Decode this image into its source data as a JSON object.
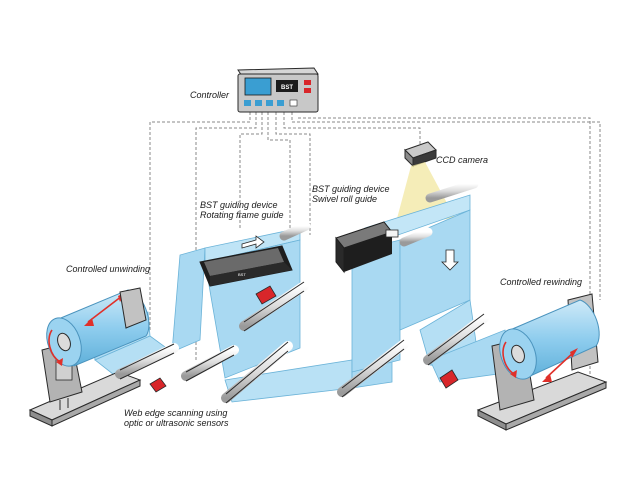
{
  "labels": {
    "controller": "Controller",
    "ccd_camera": "CCD camera",
    "rotating_frame": [
      "BST guiding device",
      "Rotating frame guide"
    ],
    "swivel_roll": [
      "BST guiding device",
      "Swivel roll guide"
    ],
    "unwinding": "Controlled unwinding",
    "rewinding": "Controlled rewinding",
    "edge_scanning": [
      "Web edge scanning using",
      "optic or ultrasonic sensors"
    ]
  },
  "controller_logo": "BST",
  "colors": {
    "web": "#a9d9f2",
    "web_edge": "#6bb3d8",
    "roller": "#e8e8e8",
    "outline": "#2a2a2a",
    "arrow": "#e0302a",
    "sensor": "#d8262a",
    "light_beam": "#f2e7a0",
    "signal_line": "#8a8a8a"
  }
}
